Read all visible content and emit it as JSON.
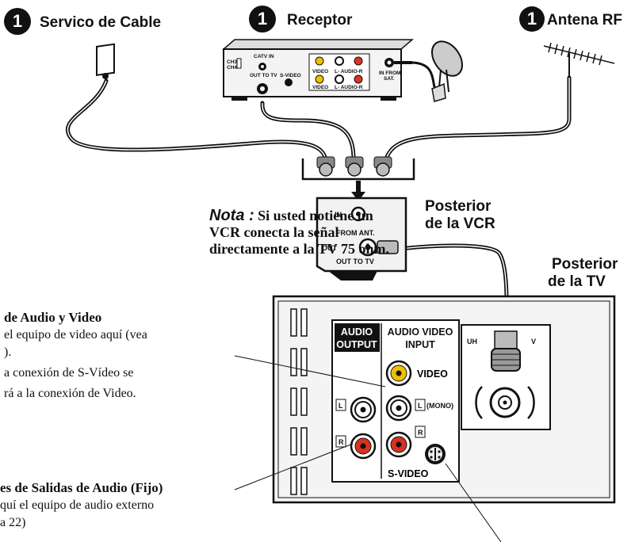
{
  "sources": {
    "step_number": "1",
    "cable": "Servico de Cable",
    "receiver": "Receptor",
    "antenna": "Antena RF"
  },
  "receiver_panel": {
    "ch3_ch4": [
      "CH3",
      "CH4"
    ],
    "catv_in": "CATV IN",
    "out_to_tv": "OUT TO TV",
    "s_video": "S-VIDEO",
    "video": "VIDEO",
    "audio": "L- AUDIO-R",
    "in_from_sat": [
      "IN FROM",
      "SAT."
    ]
  },
  "vcr": {
    "title": [
      "Posterior",
      "de la VCR"
    ],
    "in_label": "IN",
    "from_ant": "FROM ANT.",
    "out_label": "OUT",
    "out_to_tv": "OUT TO TV"
  },
  "note": {
    "label": "Nota :",
    "text": "Si usted notiene un VCR conecta la señal directamente a la TV 75 ohm."
  },
  "tv": {
    "title": [
      "Posterior",
      "de la TV"
    ],
    "audio_output": [
      "AUDIO",
      "OUTPUT"
    ],
    "audio_video_input": [
      "AUDIO VIDEO",
      "INPUT"
    ],
    "video": "VIDEO",
    "l_mono": "L",
    "mono": "(MONO)",
    "l": "L",
    "r": "R",
    "r_input": "R",
    "s_video": "S-VIDEO",
    "antenna_port_left": "UH",
    "antenna_port_right": "V"
  },
  "callouts": {
    "av_title": "de Audio y Video",
    "av_line1": "el equipo de video aquí (vea",
    "av_line2": ").",
    "av_line3": "a conexión de S-Vídeo se",
    "av_line4": "rá a la conexión de Video.",
    "out_title": "es de Salidas de Audio (Fijo)",
    "out_line1": "quí el equipo de audio externo",
    "out_line2": "a 22)"
  }
}
